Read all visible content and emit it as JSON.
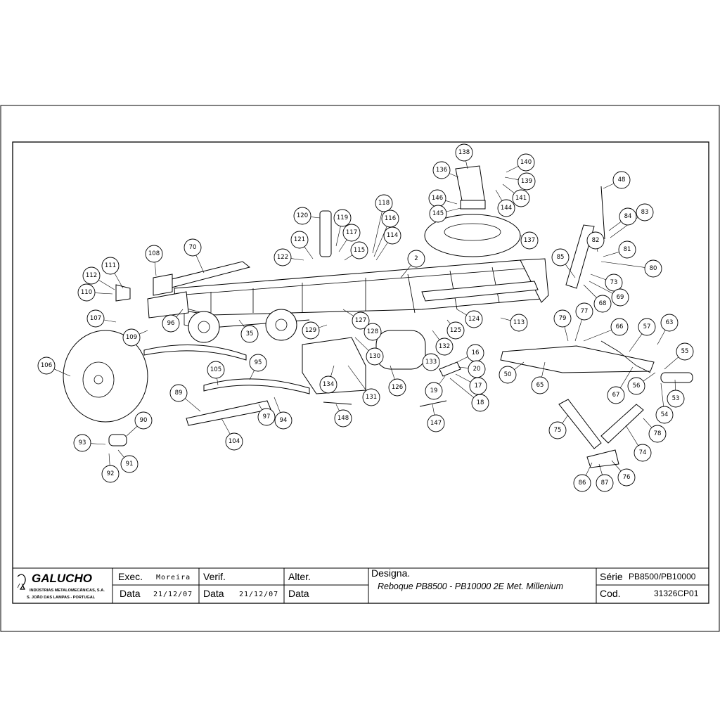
{
  "title_block": {
    "company_name": "GALUCHO",
    "company_line1": "INDÚSTRIAS METALOMECÂNICAS, S.A.",
    "company_line2": "S. JOÃO DAS LAMPAS - PORTUGAL",
    "exec_label": "Exec.",
    "exec_value": "Moreira",
    "exec_date_label": "Data",
    "exec_date_value": "21/12/07",
    "verif_label": "Verif.",
    "verif_date_label": "Data",
    "verif_date_value": "21/12/07",
    "alter_label": "Alter.",
    "alter_date_label": "Data",
    "designa_label": "Designa.",
    "designa_value": "Reboque PB8500 - PB10000 2E Met. Millenium",
    "serie_label": "Série",
    "serie_value": "PB8500/PB10000",
    "cod_label": "Cod.",
    "cod_value": "31326CP01"
  },
  "callouts": [
    "138",
    "140",
    "136",
    "139",
    "141",
    "144",
    "146",
    "145",
    "137",
    "48",
    "84",
    "83",
    "82",
    "81",
    "80",
    "85",
    "73",
    "68",
    "69",
    "118",
    "116",
    "114",
    "120",
    "119",
    "117",
    "115",
    "121",
    "122",
    "2",
    "70",
    "108",
    "111",
    "112",
    "110",
    "107",
    "96",
    "109",
    "35",
    "127",
    "129",
    "128",
    "124",
    "113",
    "125",
    "132",
    "130",
    "134",
    "131",
    "126",
    "133",
    "16",
    "20",
    "17",
    "18",
    "19",
    "147",
    "148",
    "79",
    "77",
    "66",
    "57",
    "63",
    "55",
    "50",
    "65",
    "67",
    "56",
    "54",
    "53",
    "106",
    "105",
    "95",
    "89",
    "97",
    "94",
    "104",
    "90",
    "93",
    "91",
    "92",
    "75",
    "74",
    "78",
    "86",
    "87",
    "76"
  ]
}
